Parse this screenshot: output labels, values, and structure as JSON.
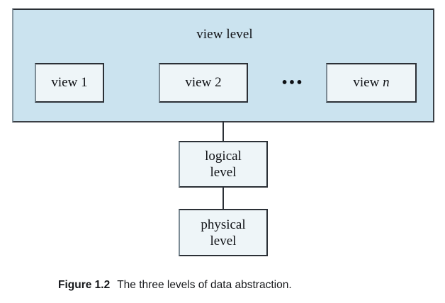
{
  "figure": {
    "caption_label": "Figure 1.2",
    "caption_text": "The three levels of data abstraction."
  },
  "diagram": {
    "type": "layered-block-diagram",
    "view_level": {
      "title": "view level",
      "fill_color": "#cbe3ef",
      "border_color": "#2b3036",
      "views": [
        {
          "label": "view 1",
          "name_prefix": "view",
          "index": "1",
          "italic_index": false
        },
        {
          "label": "view 2",
          "name_prefix": "view",
          "index": "2",
          "italic_index": false
        },
        {
          "label": "view n",
          "name_prefix": "view",
          "index": "n",
          "italic_index": true
        }
      ],
      "ellipsis": "•••"
    },
    "levels": [
      {
        "id": "logical",
        "line1": "logical",
        "line2": "level",
        "fill_color": "#eef5f8",
        "border_color": "#2b3036"
      },
      {
        "id": "physical",
        "line1": "physical",
        "line2": "level",
        "fill_color": "#eef5f8",
        "border_color": "#2b3036"
      }
    ],
    "connectors": [
      {
        "from": "view level",
        "to": "logical level"
      },
      {
        "from": "logical level",
        "to": "physical level"
      }
    ]
  }
}
